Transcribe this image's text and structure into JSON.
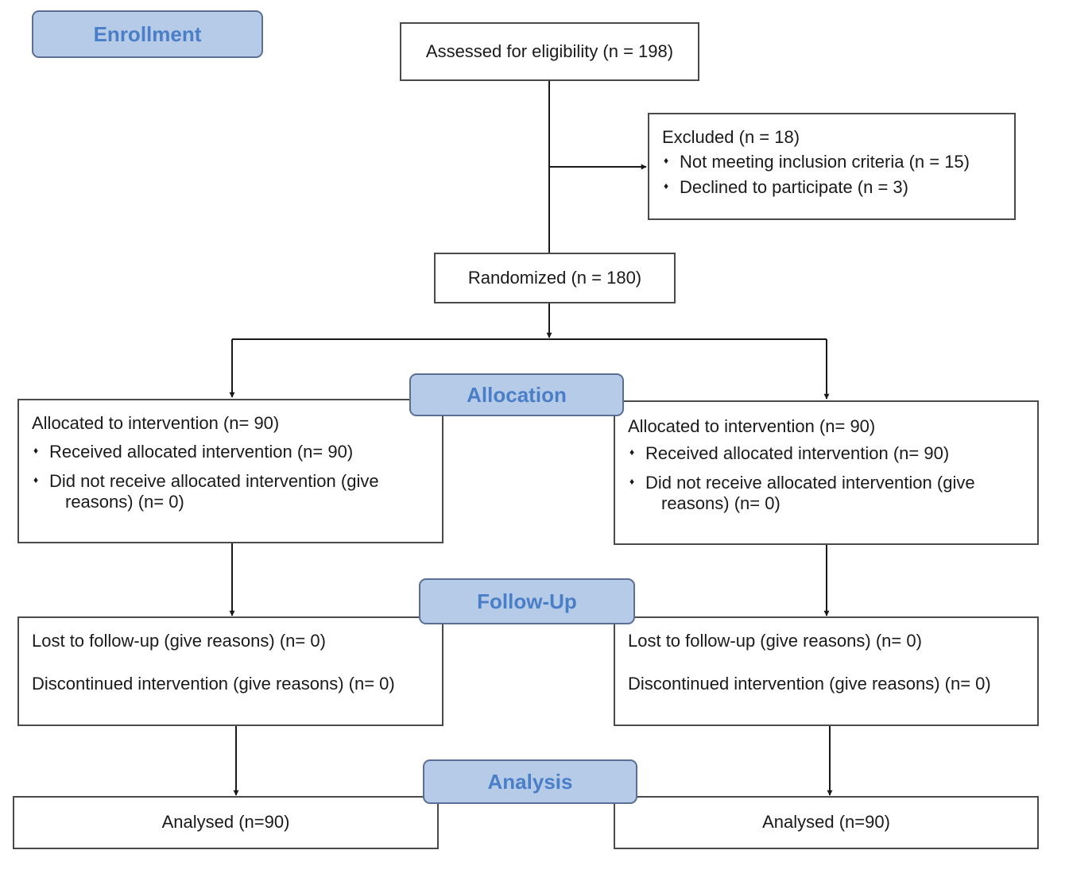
{
  "stages": {
    "enrollment": "Enrollment",
    "allocation": "Allocation",
    "follow_up": "Follow-Up",
    "analysis": "Analysis"
  },
  "assessed": "Assessed for eligibility (n = 198)",
  "excluded": {
    "title": "Excluded (n = 18)",
    "items": [
      "Not meeting inclusion criteria (n = 15)",
      "Declined to participate (n = 3)"
    ]
  },
  "randomized": "Randomized (n = 180)",
  "allocation_left": {
    "title": "Allocated to intervention (n= 90)",
    "received": "Received allocated intervention (n= 90)",
    "not_received_line1": "Did not receive allocated intervention (give",
    "not_received_line2": "reasons) (n= 0)"
  },
  "allocation_right": {
    "title": "Allocated to intervention (n= 90)",
    "received": "Received allocated intervention (n= 90)",
    "not_received_line1": "Did not receive allocated intervention (give",
    "not_received_line2": "reasons) (n= 0)"
  },
  "followup_left": {
    "lost": "Lost to follow-up (give reasons) (n= 0)",
    "discontinued": "Discontinued intervention (give reasons) (n= 0)"
  },
  "followup_right": {
    "lost": "Lost to follow-up (give reasons) (n= 0)",
    "discontinued": "Discontinued intervention (give reasons) (n= 0)"
  },
  "analysis_left": "Analysed (n=90)",
  "analysis_right": "Analysed (n=90)"
}
